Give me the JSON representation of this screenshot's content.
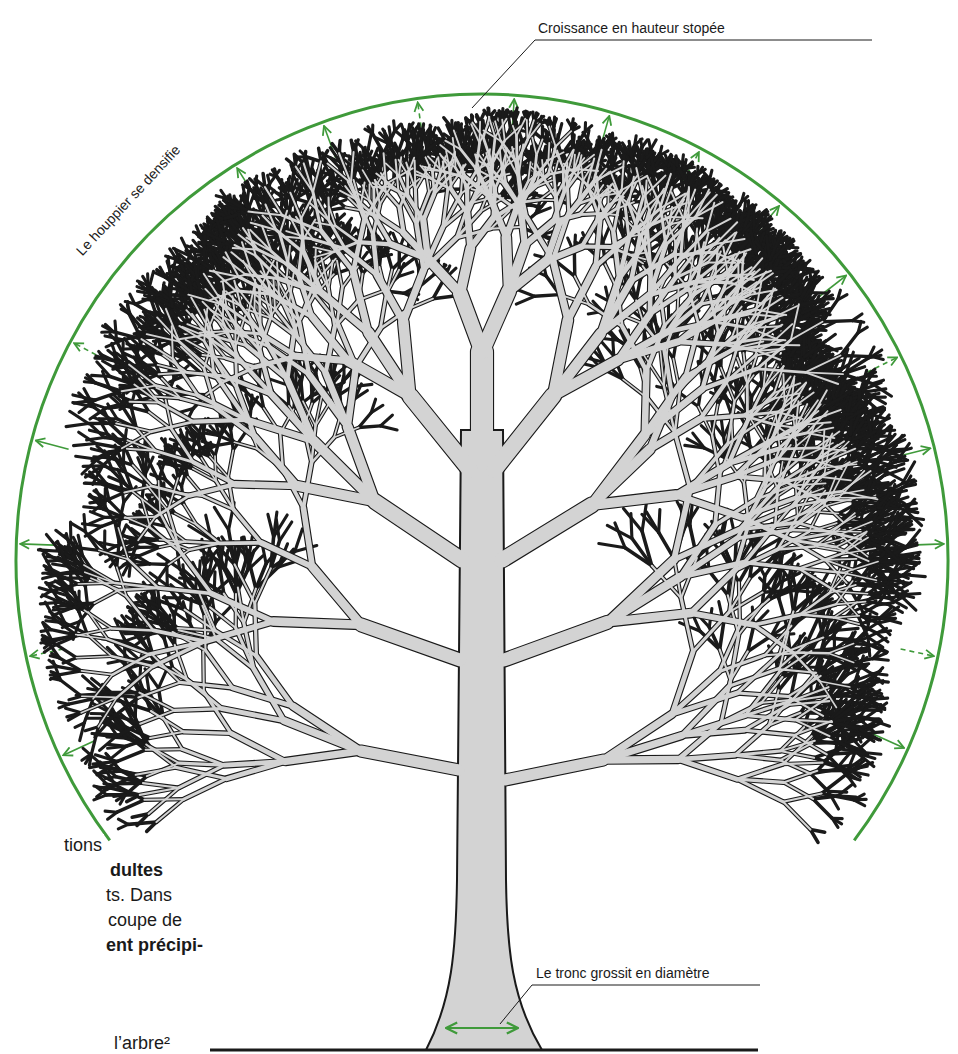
{
  "diagram": {
    "labels": [
      "Croissance en hauteur stopée",
      "Le houppier se densifie",
      "Le tronc grossit en diamètre",
      "tions",
      "dultes",
      "ts. Dans",
      "coupe de",
      "ent précipi-",
      "l’arbre²"
    ]
  }
}
